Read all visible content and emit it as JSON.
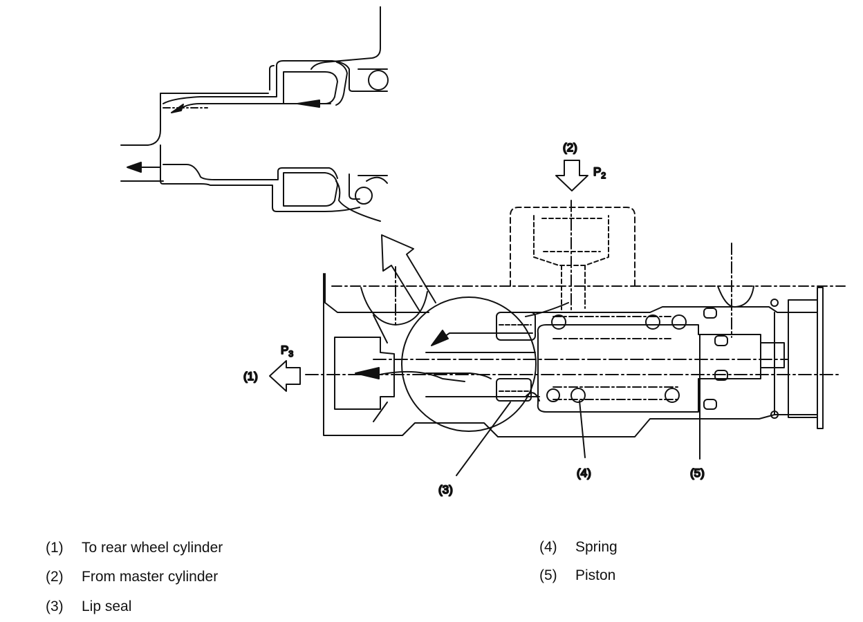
{
  "callouts": {
    "c1": "(1)",
    "c2": "(2)",
    "c3": "(3)",
    "c4": "(4)",
    "c5": "(5)",
    "p2_letter": "P",
    "p2_sub": "2",
    "p3_letter": "P",
    "p3_sub": "3"
  },
  "legend": [
    {
      "num": "(1)",
      "label": "To rear wheel cylinder"
    },
    {
      "num": "(2)",
      "label": "From master cylinder"
    },
    {
      "num": "(3)",
      "label": "Lip seal"
    },
    {
      "num": "(4)",
      "label": "Spring"
    },
    {
      "num": "(5)",
      "label": "Piston"
    }
  ]
}
